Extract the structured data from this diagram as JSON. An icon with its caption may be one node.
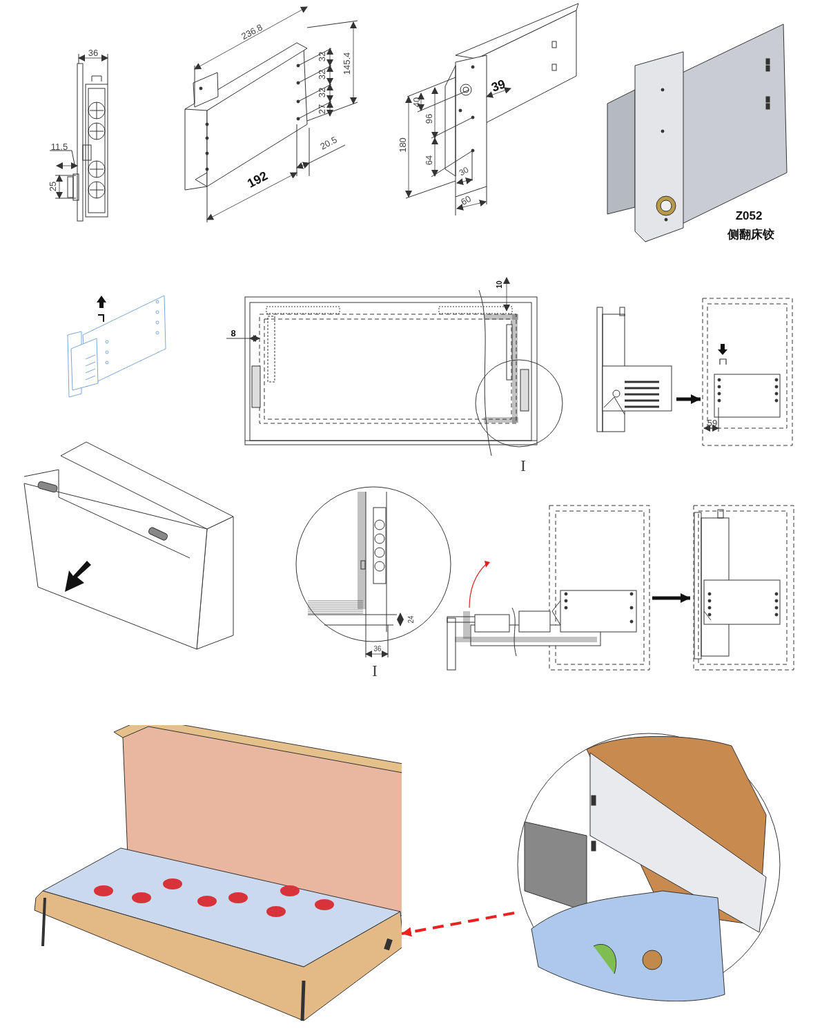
{
  "diagram": {
    "nodes": [
      {
        "text": [],
        "shape": "picture"
      },
      {
        "text": [],
        "shape": "picture"
      },
      {
        "text": [],
        "shape": "picture"
      },
      {
        "text": [],
        "shape": "picture"
      },
      {
        "text": [],
        "shape": "picture"
      },
      {
        "text": [],
        "shape": "picture"
      }
    ],
    "edges": [
      {
        "from": 0,
        "to": 1,
        "arrow": "to"
      },
      {
        "from": 2,
        "to": 3,
        "arrow": "to"
      },
      {
        "from": 5,
        "to": 4,
        "arrow": "to",
        "style": "dashed",
        "color": "#e8231f"
      }
    ],
    "labels": [
      "36",
      "11.5",
      "25",
      "236.8",
      "32",
      "32",
      "32",
      "27",
      "145.4",
      "20.5",
      "192",
      "40",
      "96",
      "180",
      "64",
      "30",
      "60",
      "39",
      "Z052",
      "侧翻床铰",
      "10",
      "8",
      "I",
      "59",
      "24",
      "36",
      "I"
    ]
  }
}
